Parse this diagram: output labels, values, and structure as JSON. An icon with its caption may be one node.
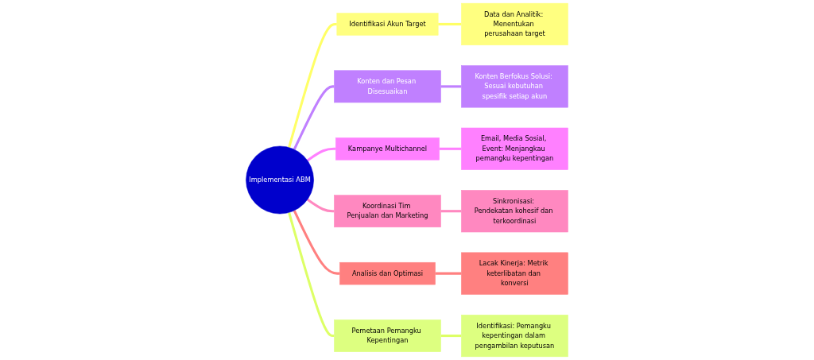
{
  "diagram": {
    "nodes": [
      {
        "text": [
          "Implementasi ABM"
        ]
      },
      {
        "text": [
          "Identifikasi Akun Target"
        ]
      },
      {
        "text": [
          "Data dan Analitik: Menentukan perusahaan target"
        ]
      },
      {
        "text": [
          "Konten dan Pesan Disesuaikan"
        ]
      },
      {
        "text": [
          "Konten Berfokus Solusi: Sesuai kebutuhan spesifik setiap akun"
        ]
      },
      {
        "text": [
          "Kampanye Multichannel"
        ]
      },
      {
        "text": [
          "Email, Media Sosial, Event: Menjangkau pemangku kepentingan"
        ]
      },
      {
        "text": [
          "Koordinasi Tim Penjualan dan Marketing"
        ]
      },
      {
        "text": [
          "Sinkronisasi: Pendekatan kohesif dan terkoordinasi"
        ]
      },
      {
        "text": [
          "Analisis dan Optimasi"
        ]
      },
      {
        "text": [
          "Lacak Kinerja: Metrik keterlibatan dan konversi"
        ]
      },
      {
        "text": [
          "Pemetaan Pemangku Kepentingan"
        ]
      },
      {
        "text": [
          "Identifikasi: Pemangku kepentingan dalam pengambilan keputusan"
        ]
      }
    ],
    "edges": [
      {
        "from": 0,
        "to": 1,
        "arrow": "none",
        "color": "#ffff66"
      },
      {
        "from": 1,
        "to": 2,
        "arrow": "none",
        "color": "#ffff66"
      },
      {
        "from": 0,
        "to": 3,
        "arrow": "none",
        "color": "#c080ff"
      },
      {
        "from": 3,
        "to": 4,
        "arrow": "none",
        "color": "#c080ff"
      },
      {
        "from": 0,
        "to": 5,
        "arrow": "none",
        "color": "#ff80ff"
      },
      {
        "from": 5,
        "to": 6,
        "arrow": "none",
        "color": "#ff80ff"
      },
      {
        "from": 0,
        "to": 7,
        "arrow": "none",
        "color": "#ff88c0"
      },
      {
        "from": 7,
        "to": 8,
        "arrow": "none",
        "color": "#ff88c0"
      },
      {
        "from": 0,
        "to": 9,
        "arrow": "none",
        "color": "#ff8080"
      },
      {
        "from": 9,
        "to": 10,
        "arrow": "none",
        "color": "#ff8080"
      },
      {
        "from": 0,
        "to": 11,
        "arrow": "none",
        "color": "#ddff66"
      },
      {
        "from": 11,
        "to": 12,
        "arrow": "none",
        "color": "#ddff66"
      }
    ]
  }
}
